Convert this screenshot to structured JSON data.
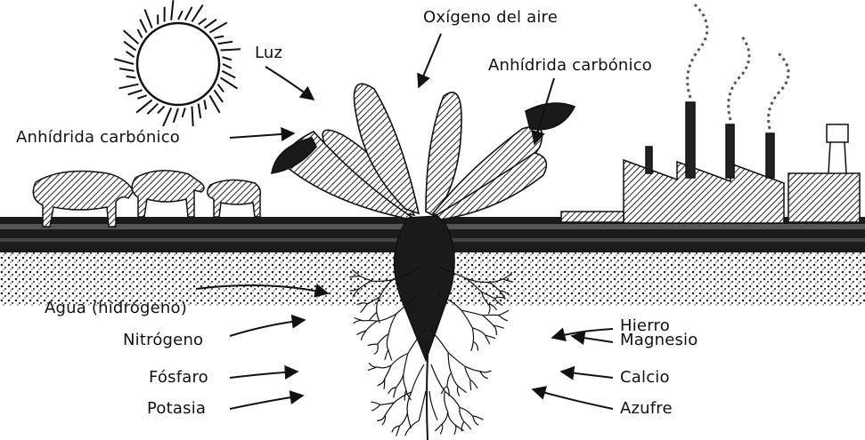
{
  "labels": {
    "oxigeno": "Oxígeno del aire",
    "luz": "Luz",
    "anhidrida_derecha": "Anhídrida carbónico",
    "anhidrida_izquierda": "Anhídrida carbónico",
    "agua": "Agua (hidrógeno)",
    "nitrogeno": "Nitrógeno",
    "fosfaro": "Fósfaro",
    "potasia": "Potasia",
    "hierro": "Hierro",
    "magnesio": "Magnesio",
    "calcio": "Calcio",
    "azufre": "Azufre"
  },
  "colors": {
    "ink": "#111111",
    "soil": "#2a2a2a",
    "background": "#ffffff"
  }
}
